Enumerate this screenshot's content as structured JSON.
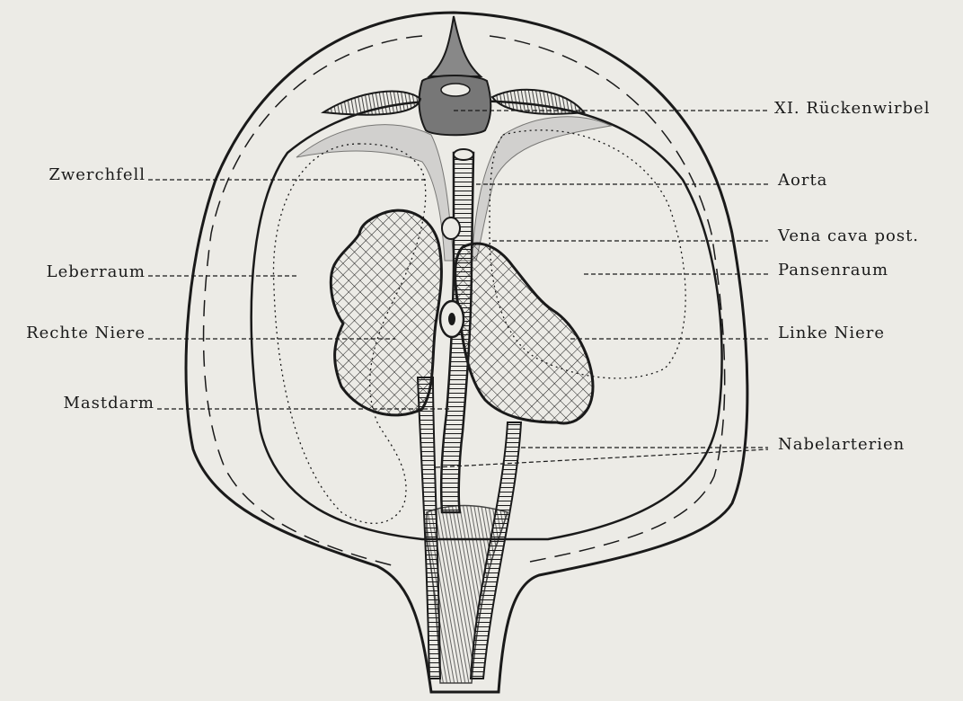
{
  "labels": {
    "ruckenwirbel": "XI. Rückenwirbel",
    "aorta": "Aorta",
    "vena_cava": "Vena cava post.",
    "pansenraum": "Pansenraum",
    "linke_niere": "Linke Niere",
    "nabelarterien": "Nabelarterien",
    "zwerchfell": "Zwerchfell",
    "leberraum": "Leberraum",
    "rechte_niere": "Rechte Niere",
    "mastdarm": "Mastdarm"
  },
  "colors": {
    "paper": "#ecebe6",
    "ink": "#1a1a1a"
  }
}
